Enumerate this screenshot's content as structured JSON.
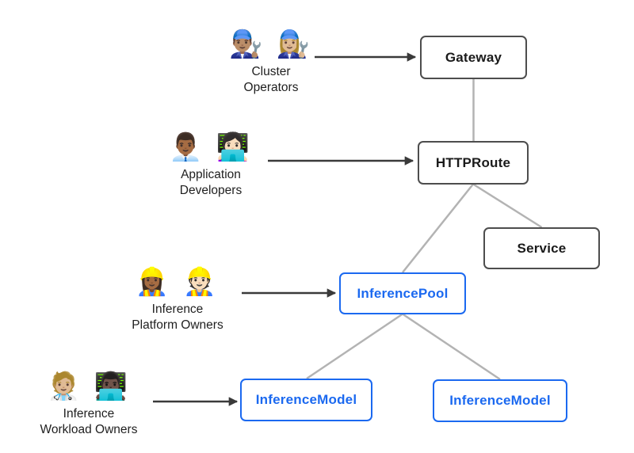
{
  "personas": [
    {
      "emoji": "👨🏽‍🔧 👩🏼‍🔧",
      "label1": "Cluster",
      "label2": "Operators",
      "manages": "Gateway"
    },
    {
      "emoji": "👨🏾‍💼 👩🏻‍💻",
      "label1": "Application",
      "label2": "Developers",
      "manages": "HTTPRoute"
    },
    {
      "emoji": "👷🏾‍♀️ 👷🏻",
      "label1": "Inference",
      "label2": "Platform Owners",
      "manages": "InferencePool"
    },
    {
      "emoji": "🧑🏼‍⚕️ 👨🏿‍💻",
      "label1": "Inference",
      "label2": "Workload Owners",
      "manages": "InferenceModel"
    }
  ],
  "nodes": {
    "gateway": {
      "label": "Gateway",
      "style": "dark"
    },
    "httproute": {
      "label": "HTTPRoute",
      "style": "dark"
    },
    "service": {
      "label": "Service",
      "style": "dark"
    },
    "inference_pool": {
      "label": "InferencePool",
      "style": "blue"
    },
    "inference_model_left": {
      "label": "InferenceModel",
      "style": "blue"
    },
    "inference_model_right": {
      "label": "InferenceModel",
      "style": "blue"
    }
  },
  "edges": [
    {
      "from": "Gateway",
      "to": "HTTPRoute"
    },
    {
      "from": "HTTPRoute",
      "to": "Service"
    },
    {
      "from": "HTTPRoute",
      "to": "InferencePool"
    },
    {
      "from": "InferencePool",
      "to": "InferenceModel"
    },
    {
      "from": "InferencePool",
      "to": "InferenceModel"
    }
  ],
  "colors": {
    "dark_node_border": "#4d4d4d",
    "blue_node": "#1b69f0",
    "connector_line": "#b3b3b3",
    "arrow": "#3a3a3a",
    "background": "#ffffff"
  }
}
